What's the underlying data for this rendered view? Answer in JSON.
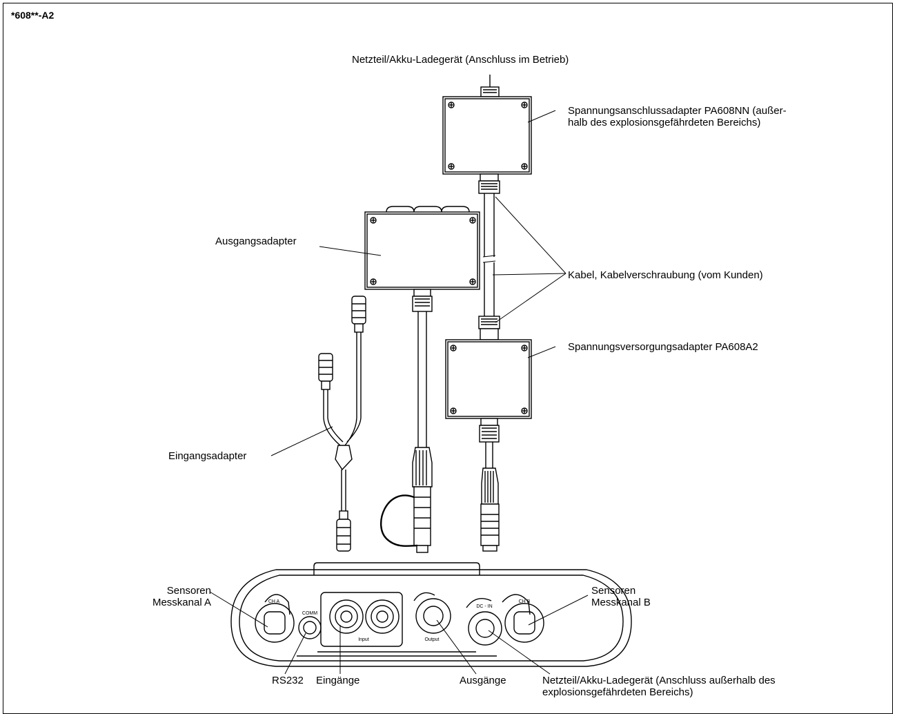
{
  "header": {
    "id": "*608**-A2"
  },
  "labels": {
    "top_power": "Netzteil/Akku-Ladegerät (Anschluss im Betrieb)",
    "supply_adapter_l1": "Spannungsanschlussadapter PA608NN (außer-",
    "supply_adapter_l2": "halb des explosionsgefährdeten Bereichs)",
    "output_adapter": "Ausgangsadapter",
    "cable": "Kabel, Kabelverschraubung (vom Kunden)",
    "supply_module": "Spannungsversorgungsadapter PA608A2",
    "input_adapter": "Eingangsadapter",
    "sensor_a_l1": "Sensoren",
    "sensor_a_l2": "Messkanal A",
    "sensor_b_l1": "Sensoren",
    "sensor_b_l2": "Messkanal B",
    "rs232": "RS232",
    "inputs": "Eingänge",
    "outputs": "Ausgänge",
    "bottom_power_l1": "Netzteil/Akku-Ladegerät (Anschluss außerhalb des",
    "bottom_power_l2": "explosionsgefährdeten Bereichs)"
  },
  "device_markings": {
    "ch_a": "CH A",
    "ch_b": "CH B",
    "comm": "COMM",
    "input": "Input",
    "output": "Output",
    "dc_in": "DC - IN"
  }
}
